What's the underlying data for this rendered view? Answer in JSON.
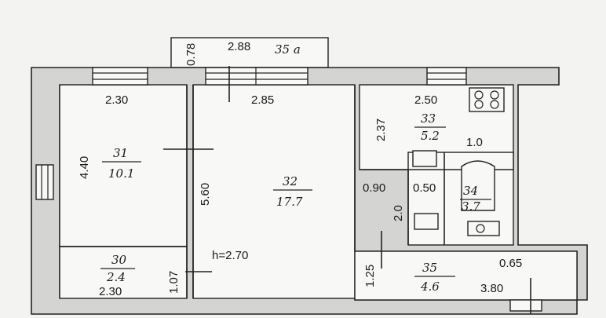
{
  "plan": {
    "balcony": {
      "width": "2.88",
      "depth": "0.78",
      "label": "35 а"
    },
    "rooms": [
      {
        "id": "31",
        "area": "10.1",
        "width": "2.30",
        "length": "4.40"
      },
      {
        "id": "32",
        "area": "17.7",
        "width": "2.85",
        "length": "5.60"
      },
      {
        "id": "33",
        "area": "5.2",
        "width": "2.50",
        "length": "2.37"
      },
      {
        "id": "34",
        "area": "3.7",
        "width": "0.50",
        "length": "2.0"
      },
      {
        "id": "35",
        "area": "4.6",
        "width": "3.80",
        "length": "1.25"
      },
      {
        "id": "30",
        "area": "2.4",
        "width": "2.30",
        "length": "1.07"
      }
    ],
    "extra_dims": {
      "kitchen_door": "1.0",
      "corridor": "0.90",
      "bath_small": "0.65"
    },
    "ceiling_height": "h=2.70"
  },
  "colors": {
    "wall": "#d4d4d2",
    "line": "#222222",
    "background": "#f3f3f1"
  }
}
